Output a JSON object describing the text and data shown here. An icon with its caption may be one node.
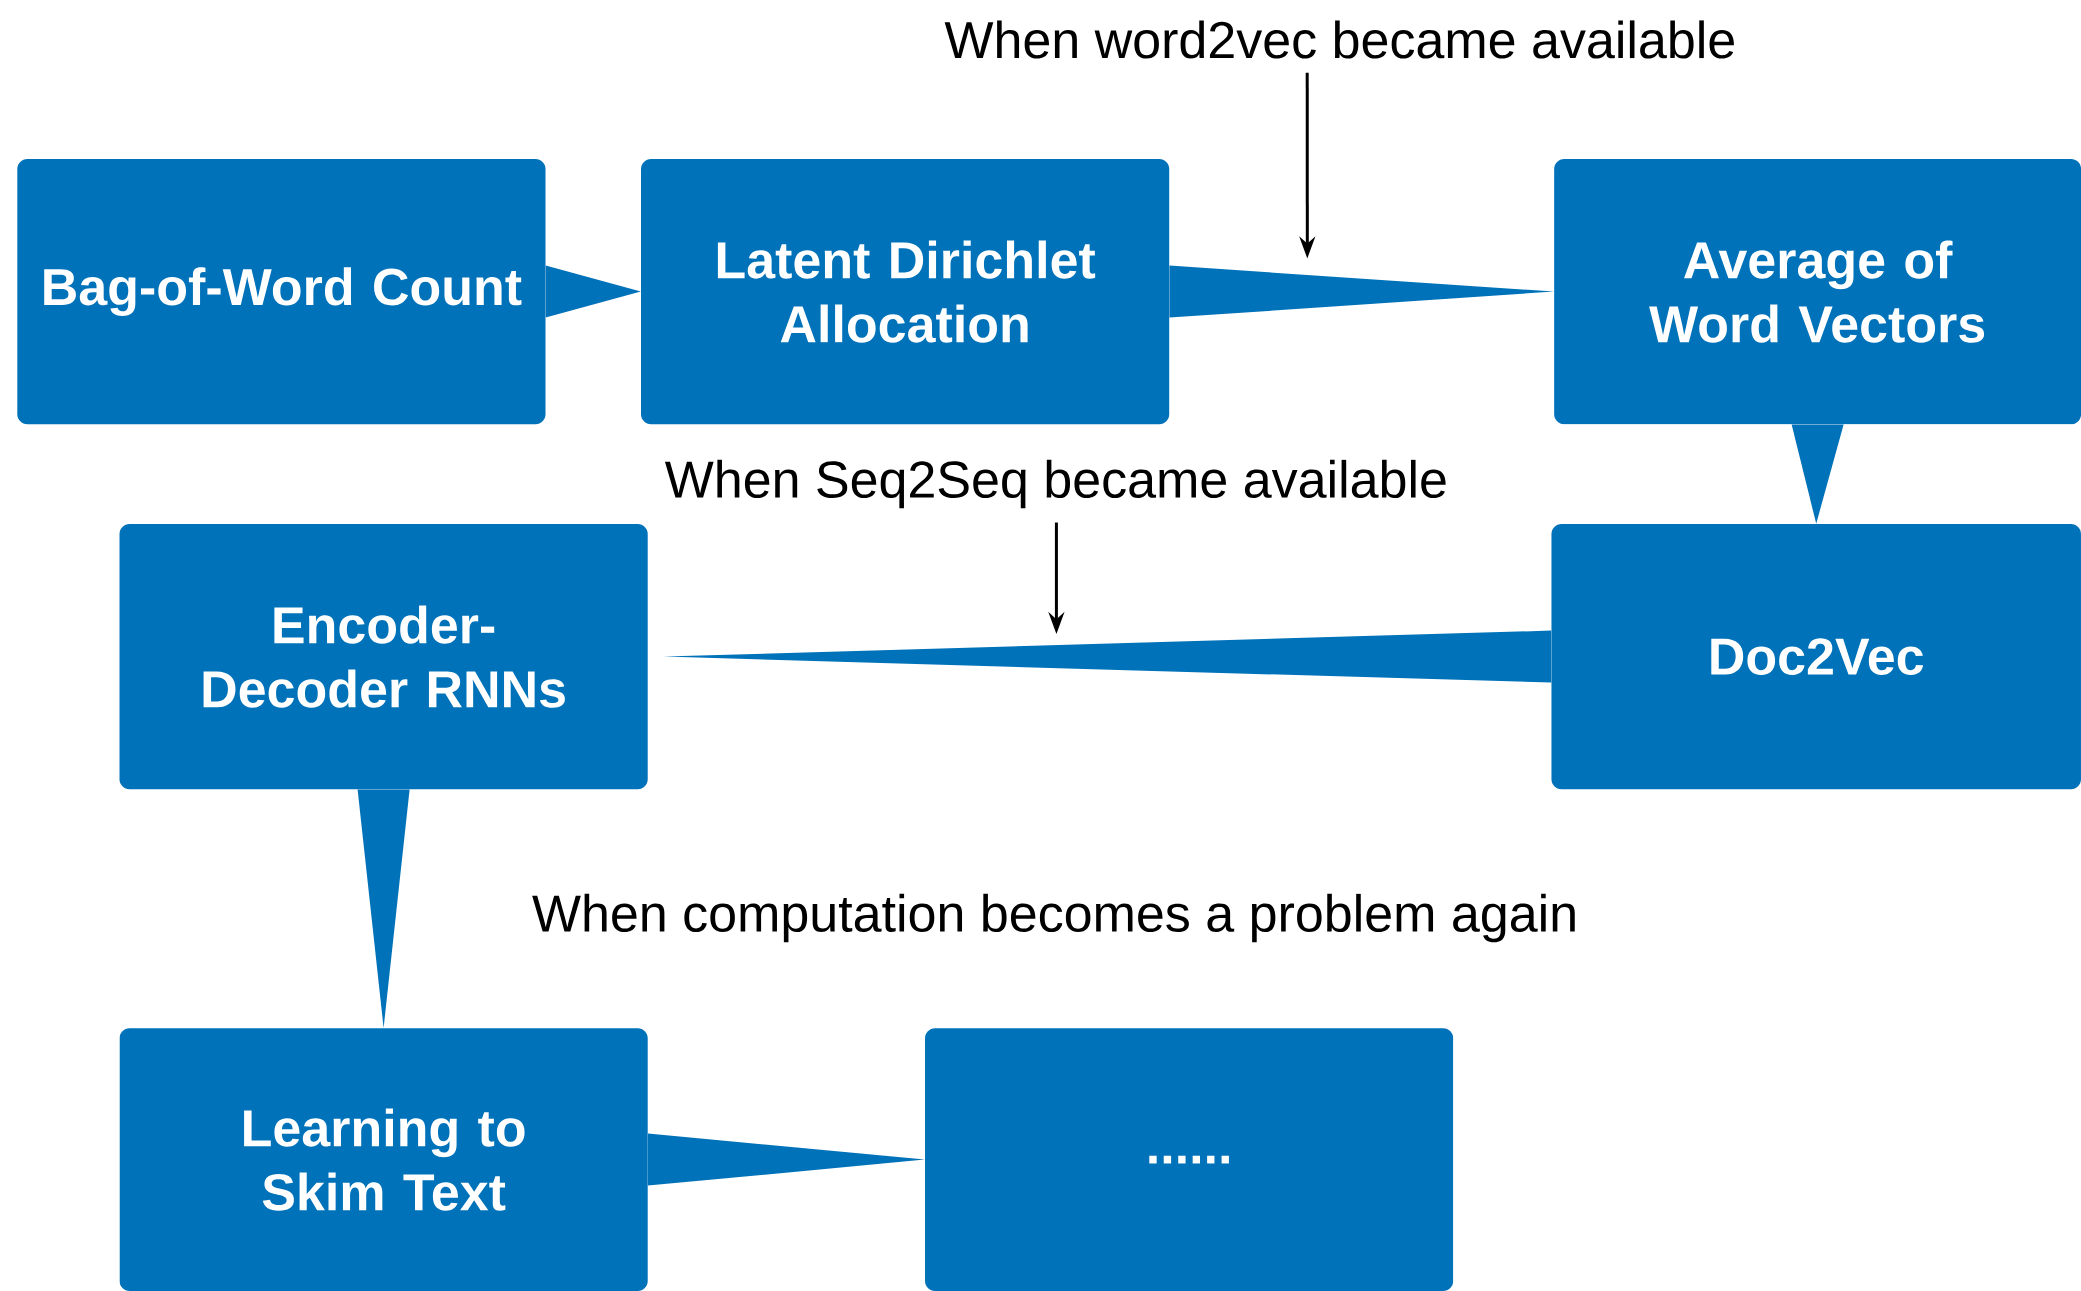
{
  "diagram": {
    "nodes": [
      {
        "text": [
          "Bag-of-Word Count"
        ]
      },
      {
        "text": [
          "Latent Dirichlet Allocation"
        ]
      },
      {
        "text": [
          "Average of Word Vectors"
        ]
      },
      {
        "text": [
          "Encoder-Decoder RNNs"
        ]
      },
      {
        "text": [
          "Doc2Vec"
        ]
      },
      {
        "text": [
          "Learning to Skim Text"
        ]
      },
      {
        "text": [
          "......"
        ]
      },
      {
        "text": [
          "When word2vec became available"
        ]
      },
      {
        "text": [
          "When Seq2Seq became available"
        ]
      }
    ],
    "edges": [
      {
        "from": 0,
        "to": 1,
        "arrow": "to"
      },
      {
        "from": 1,
        "to": 2,
        "arrow": "to"
      },
      {
        "from": 2,
        "to": 4,
        "arrow": "to"
      },
      {
        "from": 4,
        "to": 3,
        "arrow": "to"
      },
      {
        "from": 3,
        "to": 5,
        "arrow": "to"
      },
      {
        "from": 5,
        "to": 6,
        "arrow": "to"
      },
      {
        "from": 7,
        "to": null,
        "arrow": "to"
      },
      {
        "from": 8,
        "to": null,
        "arrow": "to"
      }
    ],
    "labels": [
      "When computation becomes a problem again"
    ]
  }
}
